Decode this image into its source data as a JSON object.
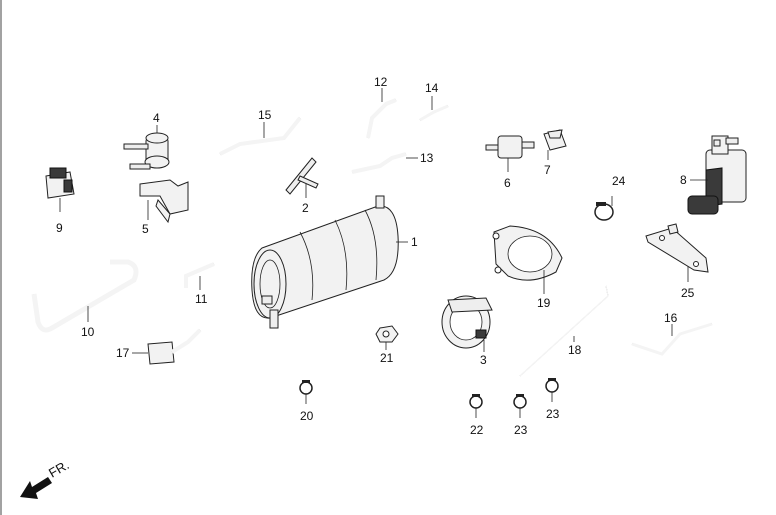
{
  "callouts": {
    "p1": "1",
    "p2": "2",
    "p3": "3",
    "p4": "4",
    "p5": "5",
    "p6": "6",
    "p7": "7",
    "p8": "8",
    "p9": "9",
    "p10": "10",
    "p11": "11",
    "p12": "12",
    "p13": "13",
    "p14": "14",
    "p15": "15",
    "p16": "16",
    "p17": "17",
    "p18": "18",
    "p19": "19",
    "p20": "20",
    "p21": "21",
    "p22": "22",
    "p23a": "23",
    "p23b": "23",
    "p24": "24",
    "p25": "25"
  },
  "direction_label": "FR.",
  "icons": {
    "direction": "front-direction-arrow-icon"
  }
}
